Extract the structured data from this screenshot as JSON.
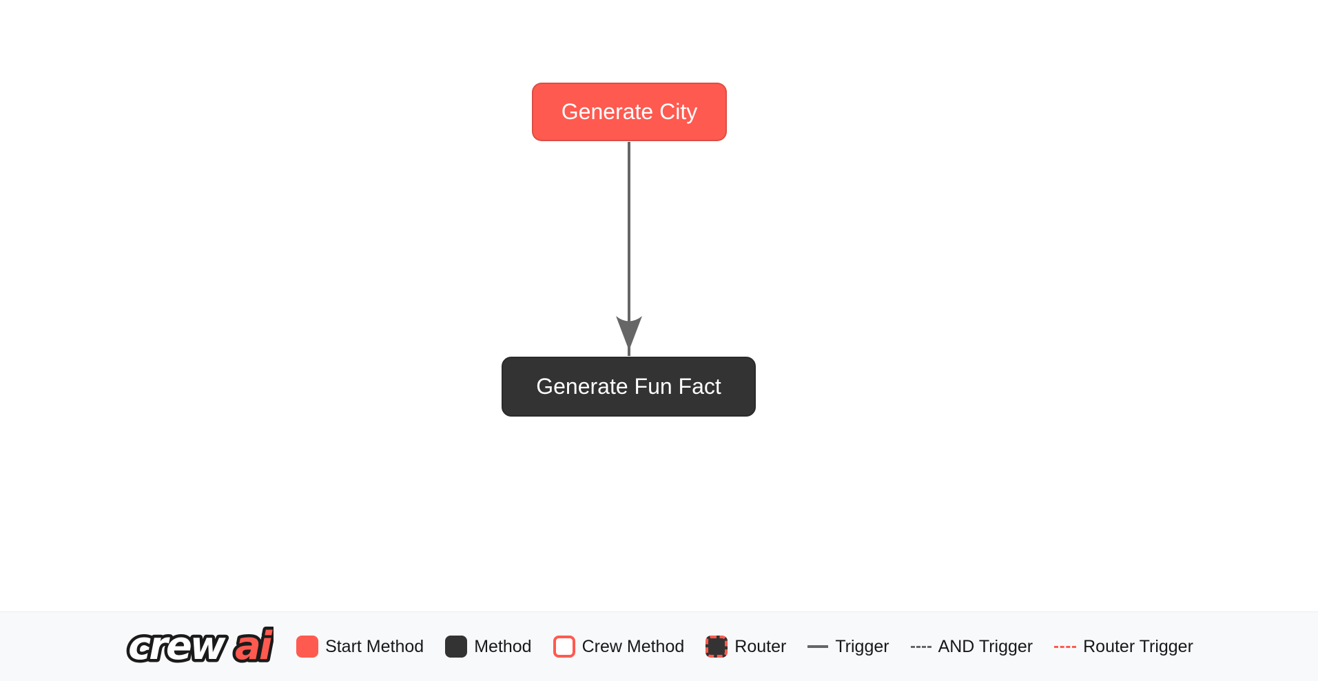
{
  "canvas": {
    "nodes": [
      {
        "id": "generate_city",
        "label": "Generate City",
        "type": "start-method"
      },
      {
        "id": "generate_fun_fact",
        "label": "Generate Fun Fact",
        "type": "method"
      }
    ],
    "edges": [
      {
        "from": "generate_city",
        "to": "generate_fun_fact",
        "type": "trigger"
      }
    ]
  },
  "legend": {
    "logo": {
      "part1": "crew",
      "part2": "ai"
    },
    "items": [
      {
        "label": "Start Method",
        "swatch": "start-square"
      },
      {
        "label": "Method",
        "swatch": "method-square"
      },
      {
        "label": "Crew Method",
        "swatch": "crew-method-square"
      },
      {
        "label": "Router",
        "swatch": "router-square"
      },
      {
        "label": "Trigger",
        "swatch": "solid-line"
      },
      {
        "label": "AND Trigger",
        "swatch": "dashed-line"
      },
      {
        "label": "Router Trigger",
        "swatch": "red-dashed-line"
      }
    ]
  },
  "colors": {
    "start_method": "#FF5A50",
    "method": "#333333",
    "trigger_edge": "#666666",
    "router_trigger_edge": "#FF5A50",
    "node_text": "#FFFFFF",
    "legend_background": "#F8F9FA",
    "legend_text": "#17181A",
    "page_background": "#FFFFFF"
  }
}
